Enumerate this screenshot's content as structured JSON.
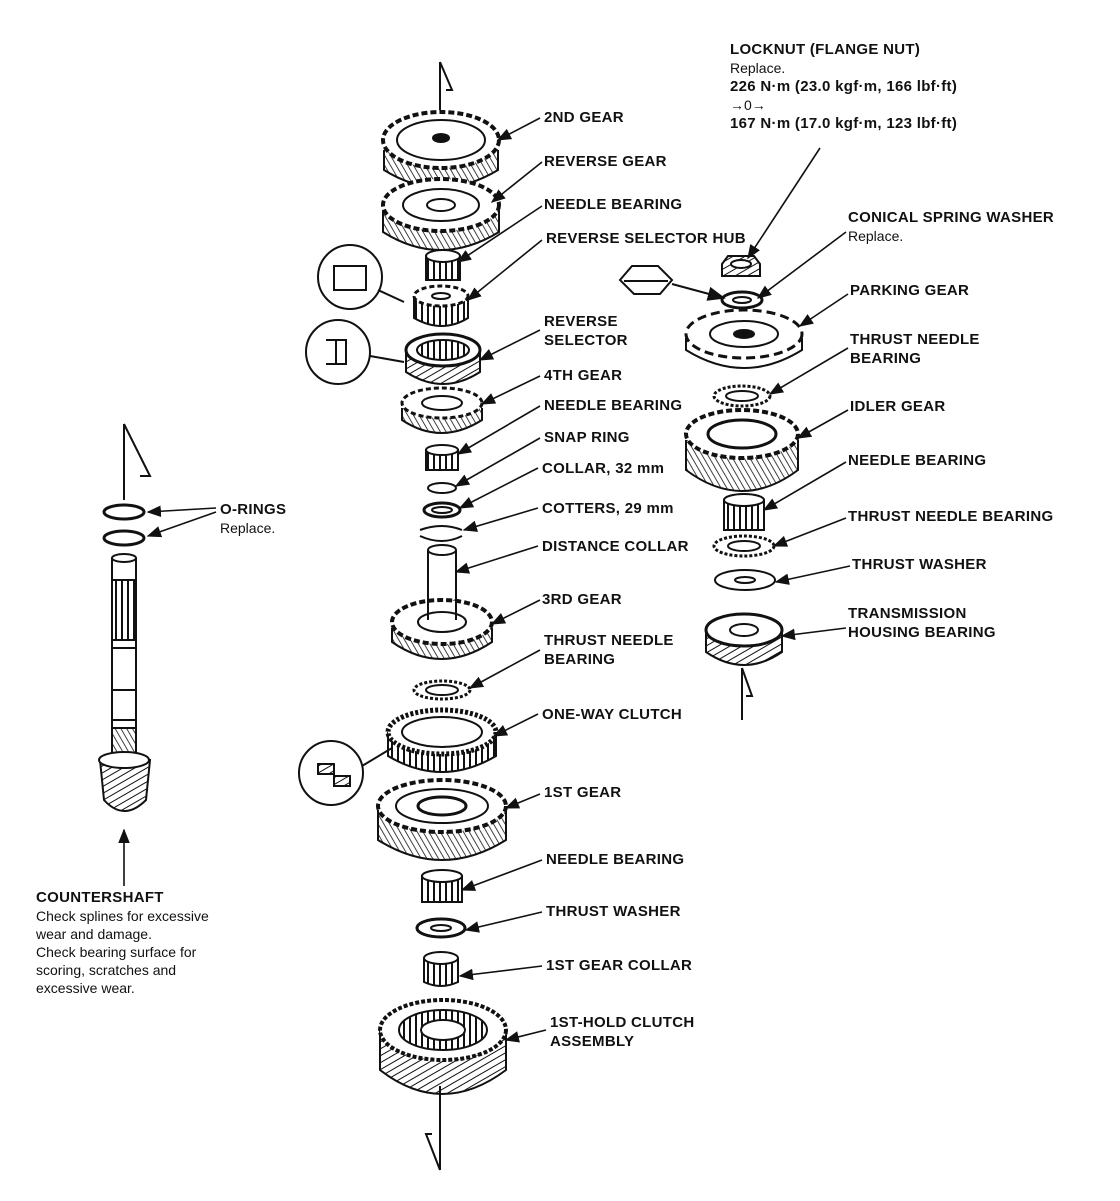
{
  "locknut": {
    "title": "LOCKNUT (FLANGE NUT)",
    "note": "Replace.",
    "torque1": "226 N·m (23.0 kgf·m, 166 lbf·ft)",
    "arrow": "→0→",
    "torque2": "167 N·m (17.0 kgf·m, 123 lbf·ft)"
  },
  "center_labels": {
    "gear_2nd": "2ND GEAR",
    "reverse_gear": "REVERSE GEAR",
    "needle_bearing_1": "NEEDLE BEARING",
    "reverse_selector_hub": "REVERSE SELECTOR HUB",
    "reverse_selector": "REVERSE\nSELECTOR",
    "gear_4th": "4TH GEAR",
    "needle_bearing_2": "NEEDLE BEARING",
    "snap_ring": "SNAP RING",
    "collar_32": "COLLAR, 32 mm",
    "cotters_29": "COTTERS, 29 mm",
    "distance_collar": "DISTANCE COLLAR",
    "gear_3rd": "3RD GEAR",
    "thrust_needle_bearing": "THRUST NEEDLE\nBEARING",
    "one_way_clutch": "ONE-WAY CLUTCH",
    "gear_1st": "1ST GEAR",
    "needle_bearing_3": "NEEDLE BEARING",
    "thrust_washer": "THRUST WASHER",
    "gear_1st_collar": "1ST GEAR COLLAR",
    "hold_clutch": "1ST-HOLD CLUTCH\nASSEMBLY"
  },
  "right_labels": {
    "conical_spring_washer": "CONICAL SPRING WASHER",
    "conical_note": "Replace.",
    "parking_gear": "PARKING GEAR",
    "thrust_needle_bearing_1": "THRUST NEEDLE\nBEARING",
    "idler_gear": "IDLER GEAR",
    "needle_bearing": "NEEDLE BEARING",
    "thrust_needle_bearing_2": "THRUST NEEDLE BEARING",
    "thrust_washer": "THRUST WASHER",
    "housing_bearing": "TRANSMISSION\nHOUSING BEARING"
  },
  "left_labels": {
    "o_rings": "O-RINGS",
    "o_rings_note": "Replace.",
    "countershaft": "COUNTERSHAFT",
    "countershaft_note": "Check splines for excessive\nwear and damage.\nCheck bearing surface for\nscoring, scratches and\nexcessive wear."
  }
}
